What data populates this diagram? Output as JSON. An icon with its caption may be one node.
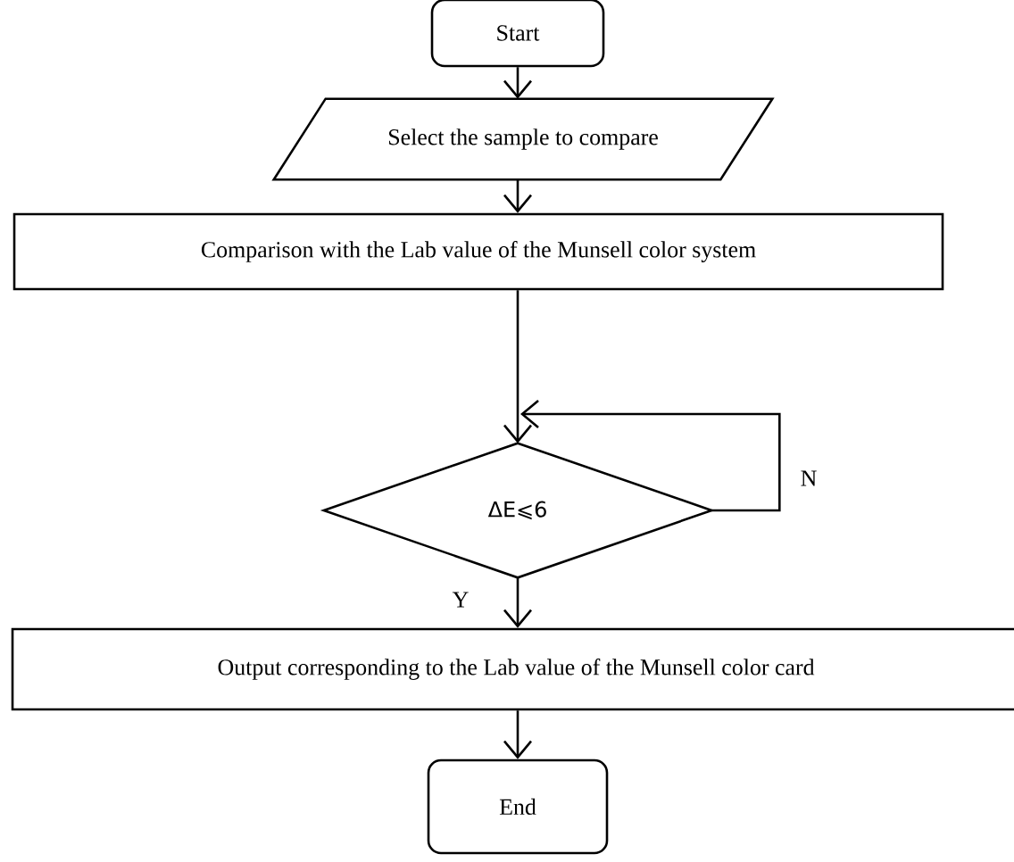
{
  "diagram": {
    "nodes": [
      {
        "text": [
          "Start"
        ]
      },
      {
        "text": [
          "Select the sample to compare"
        ]
      },
      {
        "text": [
          "Comparison with the Lab value of the Munsell color system"
        ]
      },
      {
        "text": [
          "ΔE⩽6"
        ]
      },
      {
        "text": [
          "Output corresponding to the Lab value of the Munsell color card"
        ]
      },
      {
        "text": [
          "End"
        ]
      }
    ],
    "edges": [
      {
        "from": 0,
        "to": 1,
        "arrow": "to"
      },
      {
        "from": 1,
        "to": 2,
        "arrow": "to"
      },
      {
        "from": 2,
        "to": 3,
        "arrow": "to"
      },
      {
        "from": 3,
        "to": 3,
        "arrow": "to",
        "label": "N"
      },
      {
        "from": 3,
        "to": 4,
        "arrow": "to",
        "label": "Y"
      },
      {
        "from": 4,
        "to": 5,
        "arrow": "to"
      }
    ]
  }
}
